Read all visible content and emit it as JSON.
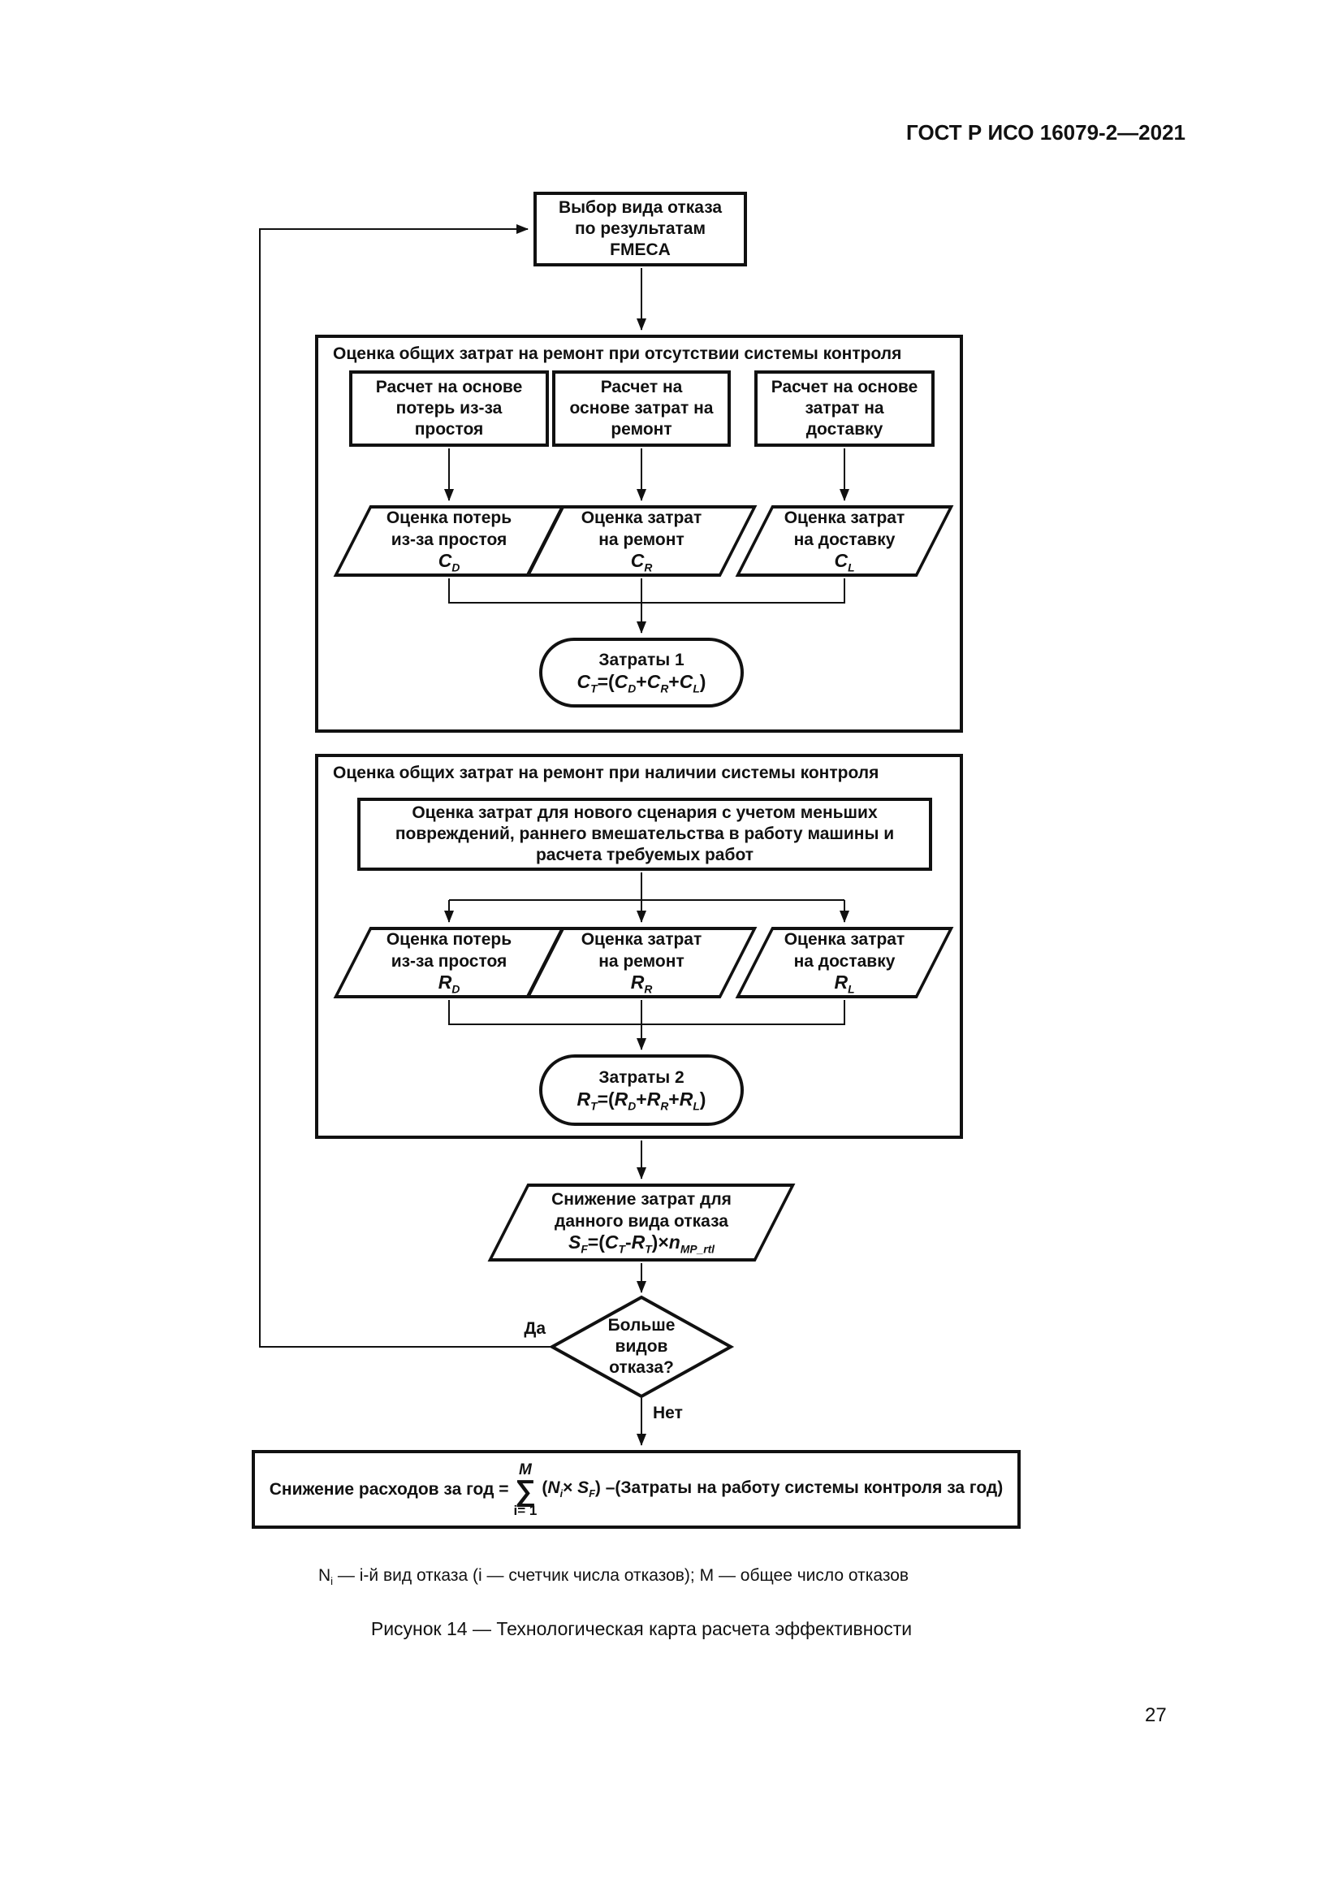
{
  "header": {
    "standard": "ГОСТ Р ИСО 16079-2—2021"
  },
  "page_number": "27",
  "flowchart": {
    "start": {
      "text": "Выбор вида отказа по результатам FMECA"
    },
    "section1": {
      "title": "Оценка общих затрат на ремонт при отсутствии системы контроля",
      "calc_boxes": [
        "Расчет на основе потерь из-за простоя",
        "Расчет на основе затрат на ремонт",
        "Расчет на основе затрат на доставку"
      ],
      "estimates": [
        {
          "label": "Оценка потерь из-за простоя",
          "formula": [
            {
              "t": "C",
              "s": "D",
              "i": 1
            }
          ]
        },
        {
          "label": "Оценка затрат на ремонт",
          "formula": [
            {
              "t": "C",
              "s": "R",
              "i": 1
            }
          ]
        },
        {
          "label": "Оценка затрат на доставку",
          "formula": [
            {
              "t": "C",
              "s": "L",
              "i": 1
            }
          ]
        }
      ],
      "total": {
        "label": "Затраты 1",
        "formula": [
          {
            "t": "C",
            "s": "T",
            "i": 1
          },
          {
            "t": "=(",
            "i": 0
          },
          {
            "t": "C",
            "s": "D",
            "i": 1
          },
          {
            "t": "+",
            "i": 0
          },
          {
            "t": "C",
            "s": "R",
            "i": 1
          },
          {
            "t": "+",
            "i": 0
          },
          {
            "t": "C",
            "s": "L",
            "i": 1
          },
          {
            "t": ")",
            "i": 0
          }
        ]
      }
    },
    "section2": {
      "title": "Оценка общих затрат на ремонт при наличии системы контроля",
      "scenario_box": "Оценка затрат для нового сценария с учетом меньших повреждений, раннего вмешательства в работу машины и расчета требуемых работ",
      "estimates": [
        {
          "label": "Оценка потерь из-за простоя",
          "formula": [
            {
              "t": "R",
              "s": "D",
              "i": 1
            }
          ]
        },
        {
          "label": "Оценка затрат на ремонт",
          "formula": [
            {
              "t": "R",
              "s": "R",
              "i": 1
            }
          ]
        },
        {
          "label": "Оценка затрат на доставку",
          "formula": [
            {
              "t": "R",
              "s": "L",
              "i": 1
            }
          ]
        }
      ],
      "total": {
        "label": "Затраты 2",
        "formula": [
          {
            "t": "R",
            "s": "T",
            "i": 1
          },
          {
            "t": "=(",
            "i": 0
          },
          {
            "t": "R",
            "s": "D",
            "i": 1
          },
          {
            "t": "+",
            "i": 0
          },
          {
            "t": "R",
            "s": "R",
            "i": 1
          },
          {
            "t": "+",
            "i": 0
          },
          {
            "t": "R",
            "s": "L",
            "i": 1
          },
          {
            "t": ")",
            "i": 0
          }
        ]
      }
    },
    "savings": {
      "label": "Снижение затрат для данного вида отказа",
      "formula": [
        {
          "t": "S",
          "s": "F",
          "i": 1
        },
        {
          "t": "=(",
          "i": 0
        },
        {
          "t": "C",
          "s": "T",
          "i": 1
        },
        {
          "t": "-",
          "i": 0
        },
        {
          "t": "R",
          "s": "T",
          "i": 1
        },
        {
          "t": ")×",
          "i": 0
        },
        {
          "t": "n",
          "s": "MP_rtl",
          "i": 1
        }
      ]
    },
    "decision": {
      "text": "Больше видов отказа?",
      "yes": "Да",
      "no": "Нет"
    },
    "final": {
      "prefix": "Снижение расходов за год =",
      "sigma": {
        "top": "M",
        "symbol": "∑",
        "bottom": "i= 1"
      },
      "suffix": [
        {
          "t": "(",
          "i": 0
        },
        {
          "t": "N",
          "s": "i",
          "i": 1
        },
        {
          "t": "× ",
          "i": 0
        },
        {
          "t": "S",
          "s": "F",
          "i": 1
        },
        {
          "t": ") –(",
          "i": 0
        },
        {
          "t": "Затраты на работу системы контроля за год)",
          "i": 0
        }
      ]
    }
  },
  "caption": {
    "legend": [
      {
        "t": "N",
        "s": "i",
        "i": 1
      },
      {
        "t": " — i-й вид отказа (i — счетчик числа отказов); ",
        "i": 0
      },
      {
        "t": "M",
        "i": 1
      },
      {
        "t": " — общее число отказов",
        "i": 0
      }
    ],
    "figure": "Рисунок 14 — Технологическая карта расчета эффективности"
  }
}
